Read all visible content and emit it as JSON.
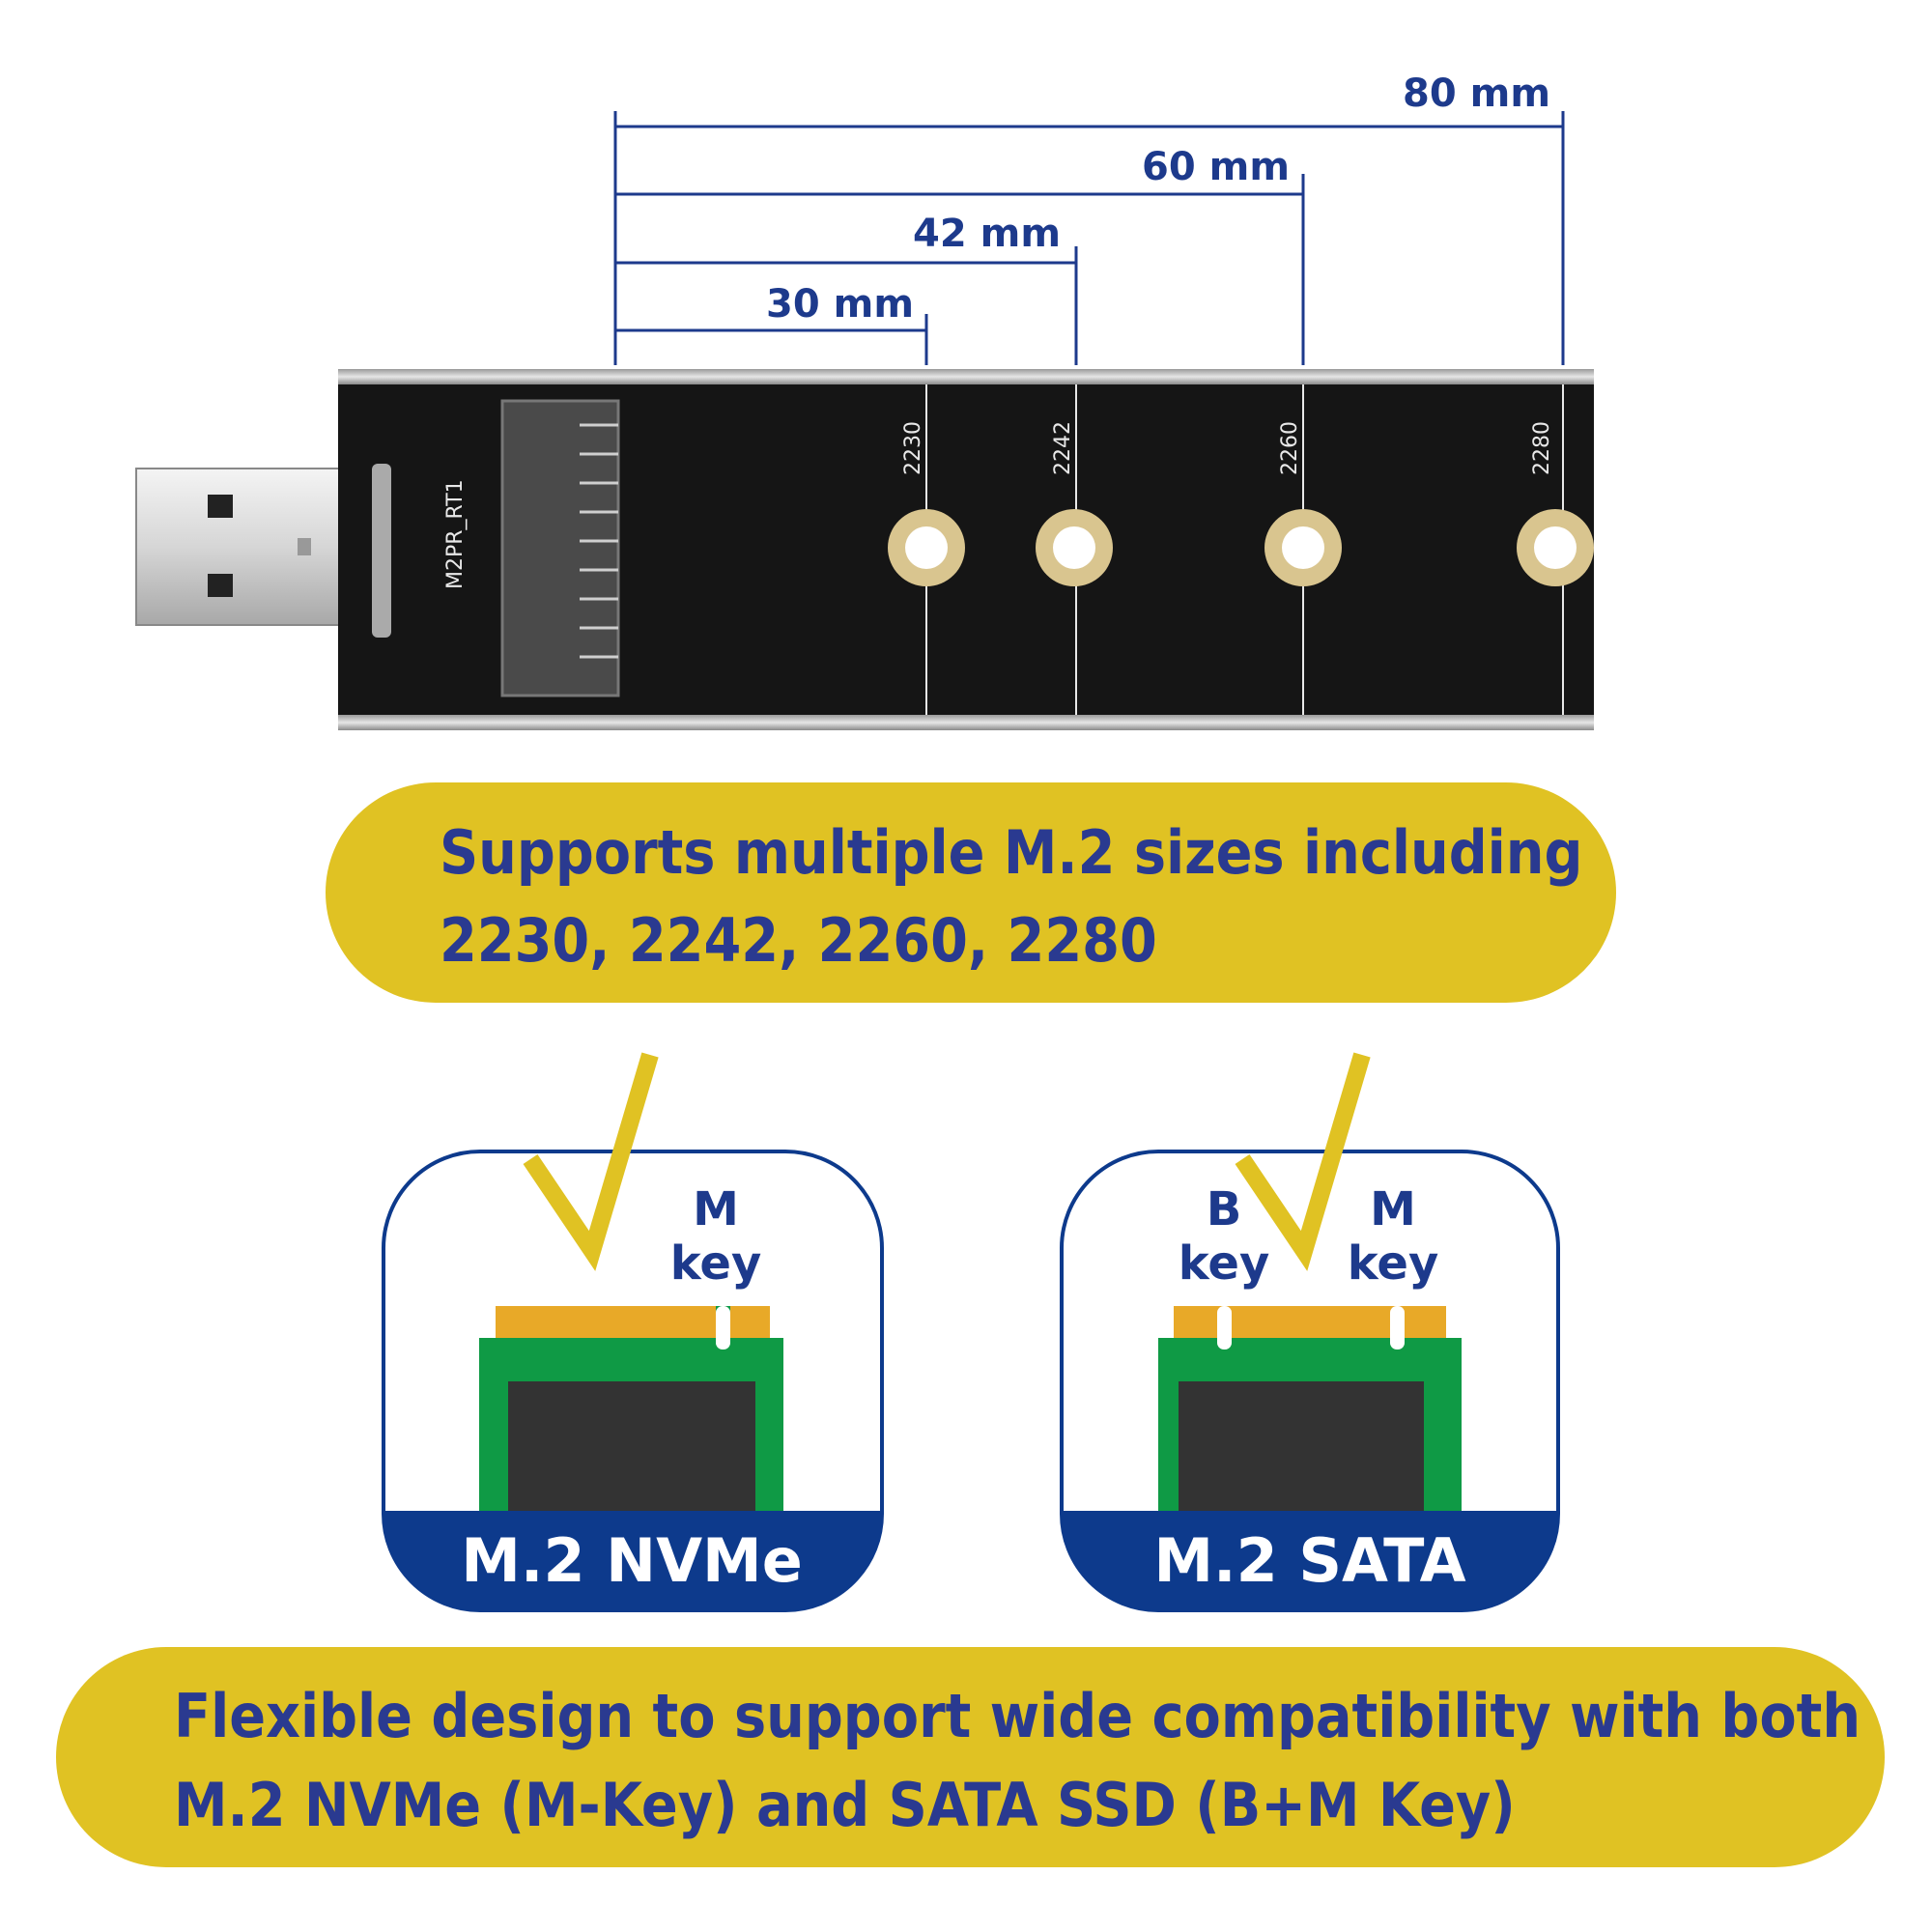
{
  "dimensions": {
    "d80": "80 mm",
    "d60": "60 mm",
    "d42": "42 mm",
    "d30": "30 mm"
  },
  "board": {
    "silkscreen": "M2PR_RT1",
    "slots": [
      "2230",
      "2242",
      "2260",
      "2280"
    ]
  },
  "banner_top": {
    "line1": "Supports multiple M.2 sizes including",
    "line2": "2230, 2242, 2260, 2280"
  },
  "cards": [
    {
      "title": "M.2 NVMe",
      "keys": [
        {
          "l1": "M",
          "l2": "key"
        }
      ]
    },
    {
      "title": "M.2 SATA",
      "keys": [
        {
          "l1": "B",
          "l2": "key"
        },
        {
          "l1": "M",
          "l2": "key"
        }
      ]
    }
  ],
  "banner_bottom": {
    "line1": "Flexible design to support wide compatibility with both",
    "line2": "M.2 NVMe (M-Key) and SATA SSD (B+M Key)"
  },
  "colors": {
    "navy": "#1d3a8c",
    "yellow": "#e0c223",
    "pcb_green": "#0f9a45",
    "gold": "#e8a928"
  }
}
